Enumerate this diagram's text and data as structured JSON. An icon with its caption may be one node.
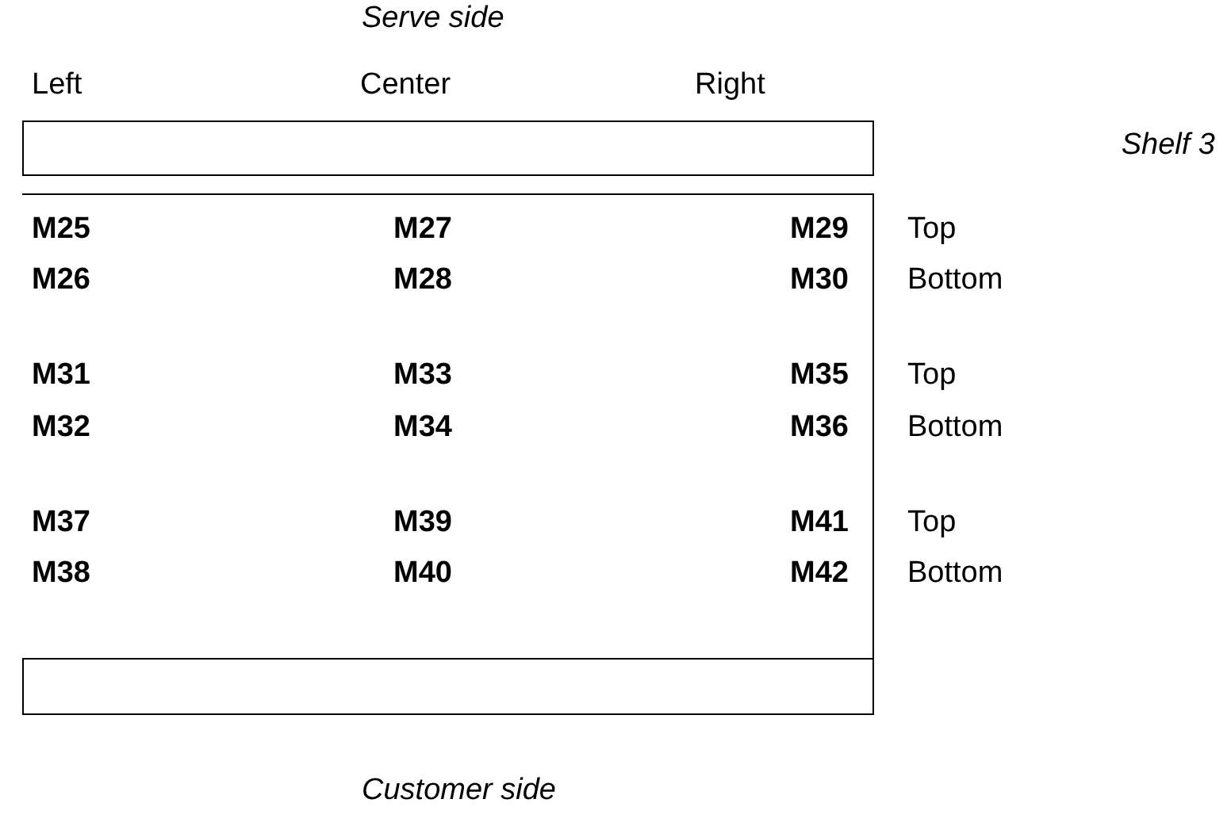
{
  "diagram": {
    "nodes": [
      {
        "text": [],
        "shape": "bar"
      },
      {
        "text": [
          "M25",
          "M27",
          "M29",
          "M26",
          "M28",
          "M30",
          "M31",
          "M33",
          "M35",
          "M32",
          "M34",
          "M36",
          "M37",
          "M39",
          "M41",
          "M38",
          "M40",
          "M42"
        ]
      },
      {
        "text": [],
        "shape": "bar"
      }
    ],
    "edges": [],
    "labels": [
      "Serve side",
      "Left",
      "Center",
      "Right",
      "Shelf 3",
      "Top",
      "Bottom",
      "Top",
      "Bottom",
      "Top",
      "Bottom",
      "Customer side"
    ]
  }
}
